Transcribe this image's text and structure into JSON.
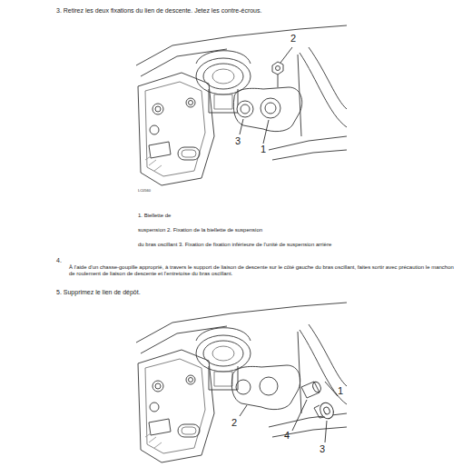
{
  "diagram": {
    "labels": [
      "3. Retirez les deux fixations du lien de descente. Jetez les contre-écrous.",
      "2",
      "3",
      "1",
      "LC0560",
      "1. Biellette de",
      "suspension 2. Fixation de la biellette de suspension",
      "du bras oscillant 3. Fixation de fixation inférieure de l'unité de suspension arrière",
      "4.",
      "À l'aide d'un chasse-goupille approprié, à travers le support de liaison de descente sur le côté gauche du bras oscillant, faites sortir avec précaution le manchon de roulement de liaison de descente et l'entretoise du bras oscillant.",
      "5. Supprimez le lien de dépôt.",
      "2",
      "1",
      "4",
      "3"
    ]
  }
}
